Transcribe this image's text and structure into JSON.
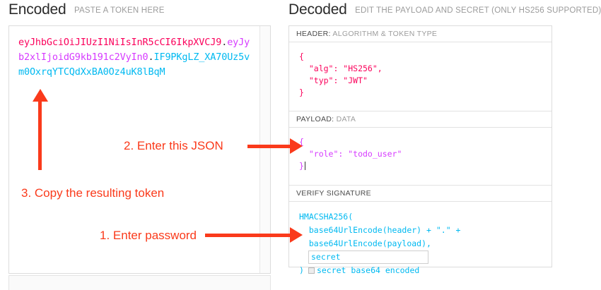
{
  "encoded": {
    "title": "Encoded",
    "subtitle": "PASTE A TOKEN HERE",
    "token": {
      "header_b64": "eyJhbGciOiJIUzI1NiIsInR5cCI6IkpXVCJ9",
      "dot1": ".",
      "payload_b64": "eyJyb2xlIjoidG9kb191c2VyIn0",
      "dot2": ".",
      "signature_b64": "IF9PKgLZ_XA70Uz5vm0OxrqYTCQdXxBA0Oz4uK8lBqM"
    }
  },
  "decoded": {
    "title": "Decoded",
    "subtitle": "EDIT THE PAYLOAD AND SECRET (ONLY HS256 SUPPORTED)",
    "sections": {
      "header": {
        "label_strong": "HEADER:",
        "label_rest": "ALGORITHM & TOKEN TYPE",
        "code": "{\n  \"alg\": \"HS256\",\n  \"typ\": \"JWT\"\n}"
      },
      "payload": {
        "label_strong": "PAYLOAD:",
        "label_rest": "DATA",
        "code": "{\n  \"role\": \"todo_user\"\n}"
      },
      "signature": {
        "label_strong": "VERIFY SIGNATURE",
        "label_rest": "",
        "line1": "HMACSHA256(",
        "line2": "  base64UrlEncode(header) + \".\" +",
        "line3": "  base64UrlEncode(payload),",
        "secret_value": "secret",
        "secret_placeholder": "secret",
        "close_paren": ")",
        "checkbox_label": "secret base64 encoded",
        "checkbox_checked": false
      }
    }
  },
  "annotations": {
    "step1": "1. Enter password",
    "step2": "2. Enter this JSON",
    "step3": "3. Copy the resulting token",
    "color": "#fa3a1b"
  },
  "colors": {
    "header_segment": "#fb015b",
    "payload_segment": "#d63aff",
    "signature_segment": "#00b9f1",
    "panel_border": "#dcdcdc"
  }
}
